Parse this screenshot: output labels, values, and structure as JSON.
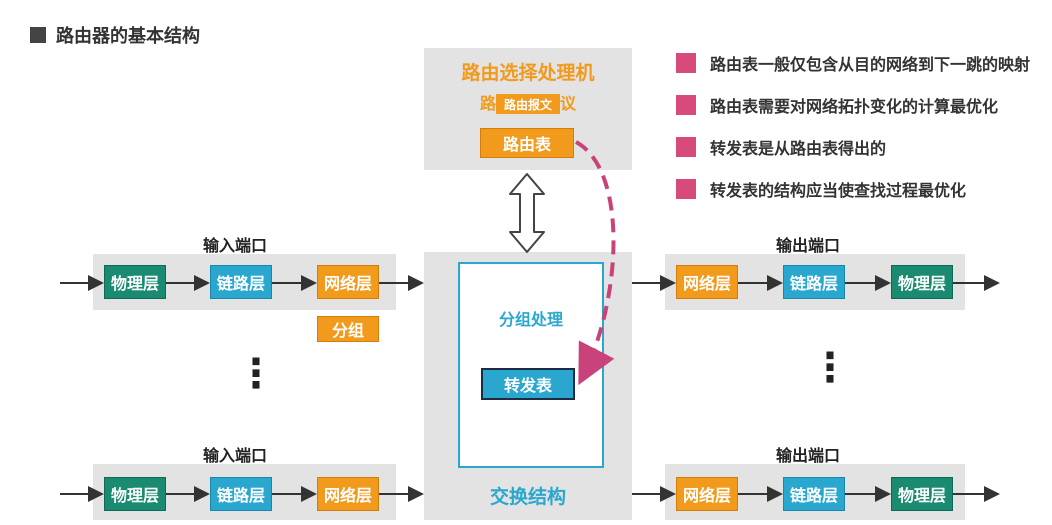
{
  "section_title": "路由器的基本结构",
  "routing_processor": {
    "title": "路由选择处理机",
    "protocol_label": "路由选择协议",
    "badge": "路由报文",
    "routing_table": "路由表"
  },
  "switch_fabric": {
    "inner_label": "分组处理",
    "forwarding_table": "转发表",
    "label": "交换结构"
  },
  "input_ports": {
    "label": "输入端口",
    "layers": [
      "物理层",
      "链路层",
      "网络层"
    ],
    "packet_label": "分组"
  },
  "output_ports": {
    "label": "输出端口",
    "layers": [
      "网络层",
      "链路层",
      "物理层"
    ]
  },
  "ellipsis": "⋮",
  "bullets": [
    "路由表一般仅包含从目的网络到下一跳的映射",
    "路由表需要对网络拓扑变化的计算最优化",
    "转发表是从路由表得出的",
    "转发表的结构应当使查找过程最优化"
  ],
  "colors": {
    "physical": "#1a8a70",
    "link": "#2aa7cf",
    "network": "#f19a1c",
    "bullet": "#d94a7c",
    "dashed_arrow": "#c9437a"
  }
}
